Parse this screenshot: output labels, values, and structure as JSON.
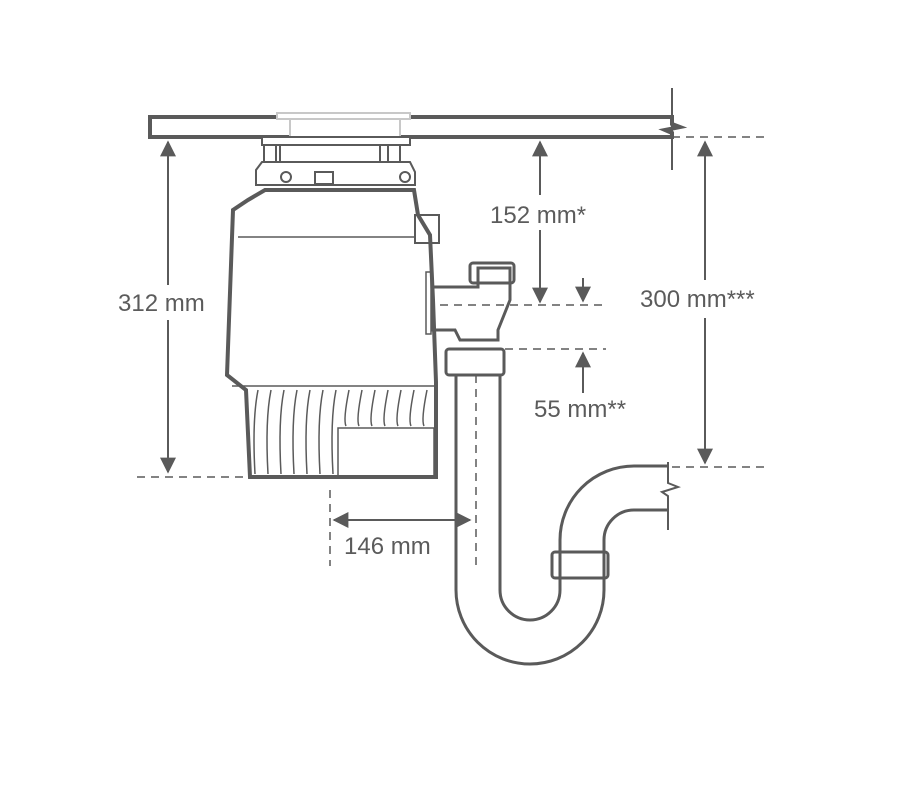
{
  "dimensions": {
    "height_total": "312 mm",
    "inlet_depth": "152 mm*",
    "outlet_offset": "55 mm**",
    "trap_height": "300 mm***",
    "outlet_horizontal": "146 mm"
  },
  "colors": {
    "line": "#5a5a5a",
    "text": "#5b5b5b",
    "flange": "#c8c8c8"
  }
}
